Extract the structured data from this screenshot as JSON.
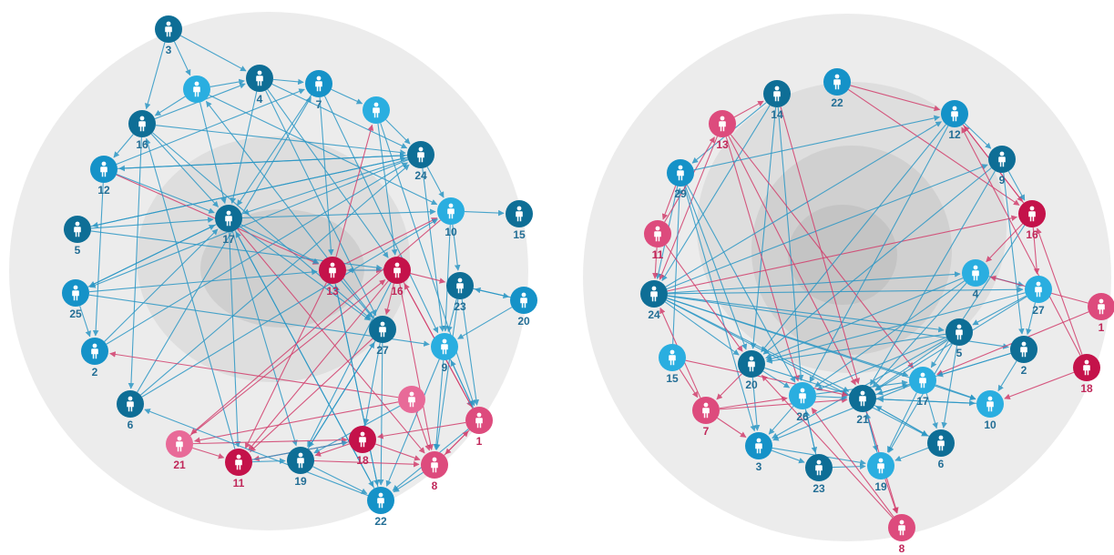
{
  "colors": {
    "blue_dark": "#0e6e96",
    "blue_mid": "#1592c8",
    "blue_light": "#2aaee0",
    "red_dark": "#c4124a",
    "pink": "#dd4b7d",
    "pink_light": "#e86a98",
    "edge_blue": "#2b97c5",
    "edge_red": "#d23e6c",
    "label_blue": "#236e95",
    "label_red": "#c0285a",
    "disc_outer": "#ececec",
    "disc_mid": "#dcdcdc",
    "disc_inner": "#c9c9c9"
  },
  "icon": "person-icon",
  "networks": [
    {
      "id": "left",
      "nodes": [
        {
          "id": "3",
          "label": "3",
          "tone": "blue_dark"
        },
        {
          "id": "4",
          "label": "4",
          "tone": "blue_dark"
        },
        {
          "id": "n-7",
          "label": "7",
          "tone": "blue_mid"
        },
        {
          "id": "n-a",
          "label": "",
          "tone": "blue_light"
        },
        {
          "id": "n-b",
          "label": "",
          "tone": "blue_light"
        },
        {
          "id": "n-16",
          "label": "16",
          "tone": "blue_dark"
        },
        {
          "id": "24",
          "label": "24",
          "tone": "blue_dark"
        },
        {
          "id": "12",
          "label": "12",
          "tone": "blue_mid"
        },
        {
          "id": "5",
          "label": "5",
          "tone": "blue_dark"
        },
        {
          "id": "17",
          "label": "17",
          "tone": "blue_dark"
        },
        {
          "id": "10",
          "label": "10",
          "tone": "blue_light"
        },
        {
          "id": "15",
          "label": "15",
          "tone": "blue_dark"
        },
        {
          "id": "25",
          "label": "25",
          "tone": "blue_mid"
        },
        {
          "id": "13",
          "label": "13",
          "tone": "red_dark"
        },
        {
          "id": "16",
          "label": "16",
          "tone": "red_dark"
        },
        {
          "id": "23",
          "label": "23",
          "tone": "blue_dark"
        },
        {
          "id": "20",
          "label": "20",
          "tone": "blue_mid"
        },
        {
          "id": "2",
          "label": "2",
          "tone": "blue_mid"
        },
        {
          "id": "27",
          "label": "27",
          "tone": "blue_dark"
        },
        {
          "id": "9",
          "label": "9",
          "tone": "blue_light"
        },
        {
          "id": "6",
          "label": "6",
          "tone": "blue_dark"
        },
        {
          "id": "pk",
          "label": "",
          "tone": "pink_light"
        },
        {
          "id": "1",
          "label": "1",
          "tone": "pink"
        },
        {
          "id": "21",
          "label": "21",
          "tone": "pink_light"
        },
        {
          "id": "18",
          "label": "18",
          "tone": "red_dark"
        },
        {
          "id": "11",
          "label": "11",
          "tone": "red_dark"
        },
        {
          "id": "19",
          "label": "19",
          "tone": "blue_dark"
        },
        {
          "id": "8",
          "label": "8",
          "tone": "pink"
        },
        {
          "id": "22",
          "label": "22",
          "tone": "blue_mid"
        }
      ]
    },
    {
      "id": "right",
      "nodes": [
        {
          "id": "14",
          "label": "14",
          "tone": "blue_dark"
        },
        {
          "id": "22",
          "label": "22",
          "tone": "blue_mid"
        },
        {
          "id": "13",
          "label": "13",
          "tone": "pink"
        },
        {
          "id": "12",
          "label": "12",
          "tone": "blue_mid"
        },
        {
          "id": "29",
          "label": "29",
          "tone": "blue_mid"
        },
        {
          "id": "9",
          "label": "9",
          "tone": "blue_dark"
        },
        {
          "id": "11",
          "label": "11",
          "tone": "pink"
        },
        {
          "id": "16",
          "label": "16",
          "tone": "red_dark"
        },
        {
          "id": "4",
          "label": "4",
          "tone": "blue_light"
        },
        {
          "id": "24",
          "label": "24",
          "tone": "blue_dark"
        },
        {
          "id": "27",
          "label": "27",
          "tone": "blue_light"
        },
        {
          "id": "1",
          "label": "1",
          "tone": "pink"
        },
        {
          "id": "5",
          "label": "5",
          "tone": "blue_dark"
        },
        {
          "id": "15",
          "label": "15",
          "tone": "blue_light"
        },
        {
          "id": "2",
          "label": "2",
          "tone": "blue_dark"
        },
        {
          "id": "18",
          "label": "18",
          "tone": "red_dark"
        },
        {
          "id": "20",
          "label": "20",
          "tone": "blue_dark"
        },
        {
          "id": "7",
          "label": "7",
          "tone": "pink"
        },
        {
          "id": "26",
          "label": "26",
          "tone": "blue_light"
        },
        {
          "id": "21",
          "label": "21",
          "tone": "blue_dark"
        },
        {
          "id": "17",
          "label": "17",
          "tone": "blue_light"
        },
        {
          "id": "10",
          "label": "10",
          "tone": "blue_light"
        },
        {
          "id": "3",
          "label": "3",
          "tone": "blue_mid"
        },
        {
          "id": "6",
          "label": "6",
          "tone": "blue_dark"
        },
        {
          "id": "23",
          "label": "23",
          "tone": "blue_dark"
        },
        {
          "id": "19",
          "label": "19",
          "tone": "blue_light"
        },
        {
          "id": "8",
          "label": "8",
          "tone": "pink"
        }
      ]
    }
  ]
}
